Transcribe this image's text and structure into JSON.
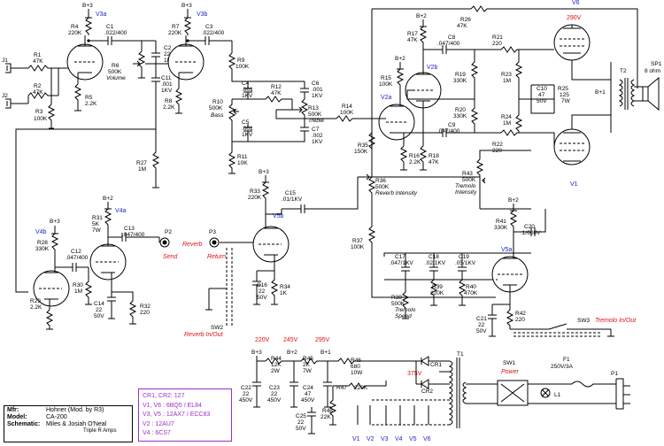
{
  "labels": {
    "B3": "B+3",
    "B2": "B+2",
    "B1": "B+1",
    "V3a": "V3a",
    "V3b": "V3b",
    "V2a": "V2a",
    "V2b": "V2b",
    "V4a": "V4a",
    "V4b": "V4b",
    "V5a": "V5a",
    "V5b": "V5b",
    "V6": "V6",
    "V1": "V1",
    "J1": "J1",
    "J2": "J2",
    "P2": "P2",
    "P3": "P3",
    "SW1": "SW1",
    "SW2": "SW2",
    "SW3": "SW3",
    "SP1": "SP1",
    "SP1_val": "8 ohm",
    "T1": "T1",
    "T2": "T2",
    "F1": "F1",
    "F1_val": "250V/3A",
    "P1": "P1",
    "L1": "L1",
    "CR1": "CR1",
    "CR2": "CR2"
  },
  "components": {
    "R1": "R1",
    "R1v": "47K",
    "R2": "R2",
    "R2v": "47K",
    "R3": "R3",
    "R3v": "100K",
    "R4": "R4",
    "R4v": "220K",
    "R5": "R5",
    "R5v": "2.2K",
    "R6": "R6",
    "R6v": "500K",
    "R6n": "Volume",
    "C1": "C1",
    "C1v": ".022/400",
    "C2": "C2",
    "C2v": "220p",
    "C2v2": "1KV",
    "C11": "C11",
    "C11v": ".001",
    "C11v2": "1KV",
    "R7": "R7",
    "R7v": "220K",
    "R8": "R8",
    "R8v": "2.2K",
    "C3": "C3",
    "C3v": ".022/400",
    "R9": "R9",
    "R9v": "100K",
    "C4": "C4",
    "C4v": ".001",
    "C4v2": "1KV",
    "R10": "R10",
    "R10v": "500K",
    "R10n": "Bass",
    "C5": "C5",
    "C5v": ".001",
    "C5v2": "1KV",
    "R11": "R11",
    "R11v": "10K",
    "R12": "R12",
    "R12v": "47K",
    "C6": "C6",
    "C6v": ".001",
    "C6v2": "1KV",
    "R13": "R13",
    "R13v": "500K",
    "R13n": "Treble",
    "C7": "C7",
    "C7v": ".002",
    "C7v2": "1KV",
    "R14": "R14",
    "R14v": "100K",
    "R15": "R15",
    "R15v": "100K",
    "R16": "R16",
    "R16v": "2.2K",
    "R17": "R17",
    "R17v": "47K",
    "R18": "R18",
    "R18v": "47K",
    "C8": "C8",
    "C8v": ".047/400",
    "C9": "C9",
    "C9v": ".047/400",
    "R19": "R19",
    "R19v": "330K",
    "R20": "R20",
    "R20v": "330K",
    "R21": "R21",
    "R21v": "220",
    "R22": "R22",
    "R22v": "220",
    "R23": "R23",
    "R23v": "1M",
    "R24": "R24",
    "R24v": "1M",
    "C10": "C10",
    "C10v": "47",
    "C10v2": "50V",
    "R25": "R25",
    "R25v": "125",
    "R25v2": "7W",
    "R26": "R26",
    "R26v": "47K",
    "R27": "R27",
    "R27v": "1M",
    "R28": "R28",
    "R28v": "330K",
    "R29": "R29",
    "R29v": "2.2K",
    "C12": "C12",
    "C12v": ".047/400",
    "R30": "R30",
    "R30v": "1M",
    "R31": "R31",
    "R31v": "5K",
    "R31v2": "7W",
    "C13": "C13",
    "C13v": ".047/400",
    "C14": "C14",
    "C14v": "22",
    "C14v2": "50V",
    "R32": "R32",
    "R32v": "220",
    "R33": "R33",
    "R33v": "220K",
    "C15": "C15",
    "C15v": ".01/1KV",
    "C16": "C16",
    "C16v": "22",
    "C16v2": "50V",
    "R34": "R34",
    "R34v": "1K",
    "R35": "R35",
    "R35v": "150K",
    "R36": "R36",
    "R36v": "500K",
    "R36n": "Reverb Intensity",
    "R37": "R37",
    "R37v": "100K",
    "C17": "C17",
    "C17v": ".047/1KV",
    "C18": "C18",
    "C18v": ".02/1KV",
    "C19": "C19",
    "C19v": ".05/1KV",
    "R38": "R38",
    "R38v": "500K",
    "R38n": "Tremolo",
    "R38n2": "Speed",
    "R39": "R39",
    "R39v": "220K",
    "R40": "R40",
    "R40v": "470K",
    "R41": "R41",
    "R41v": "330K",
    "C20": "C20",
    "C20v": ".1/600V",
    "R42": "R42",
    "R42v": "220",
    "C21": "C21",
    "C21v": "22",
    "C21v2": "50V",
    "R43": "R43",
    "R43v": "500K",
    "R43n": "Tremolo",
    "R43n2": "Intensity",
    "R44": "R44",
    "R44v": "12K",
    "R44v2": "2W",
    "R45": "R45",
    "R45v": "2K",
    "R45v2": "7W",
    "R46": "R46",
    "R46v": "680",
    "R46v2": "10W",
    "R47": "R47",
    "R47v": "220K",
    "R48": "R48",
    "R48v": "22K",
    "C22": "C22",
    "C22v": "22",
    "C22v2": "450V",
    "C23": "C23",
    "C23v": "22",
    "C23v2": "450V",
    "C24": "C24",
    "C24v": "47",
    "C24v2": "450V",
    "C25": "C25",
    "C25v": "22",
    "C25v2": "50V"
  },
  "notes": {
    "send": "Send",
    "return": "Return",
    "reverb": "Reverb",
    "reverb_inout": "Reverb In/Out",
    "tremolo_inout": "Tremolo In/Out",
    "power": "Power",
    "v_290": "290V",
    "v_220": "220V",
    "v_245": "245V",
    "v_295": "295V",
    "v_375": "375V"
  },
  "heater_labels": [
    "V1",
    "V2",
    "V3",
    "V4",
    "V5",
    "V6"
  ],
  "info": {
    "mfr_label": "Mfr:",
    "mfr": "Hohner (Mod. by R3)",
    "model_label": "Model:",
    "model": "CA-200",
    "schem_label": "Schematic:",
    "schem": "Miles & Josiah O'Neal",
    "sub": "Triple R Amps"
  },
  "tubes": [
    "CR1, CR2: 127",
    "V1, V6 : 6BQ5 / EL84",
    "V3, V5 : 12AX7 / ECC83",
    "V2 : 12AU7",
    "V4 : 6CS7"
  ],
  "colors": {
    "wire": "#000000",
    "tube_label": "#1d23c8",
    "annotation": "#e01010",
    "legend": "#9b2fc7"
  }
}
